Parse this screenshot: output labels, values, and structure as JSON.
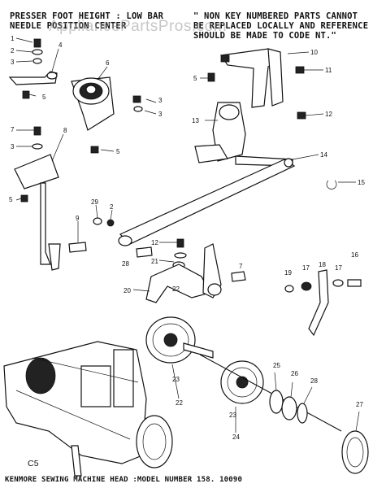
{
  "header": {
    "left_line1": "PRESSER FOOT HEIGHT : LOW BAR",
    "left_line2": "NEEDLE POSITION CENTER",
    "right_line1": "\" NON KEY NUMBERED PARTS CANNOT",
    "right_line2": "BE REPLACED LOCALLY AND REFERENCE",
    "right_line3": "SHOULD BE MADE TO CODE NT.\""
  },
  "watermark": "AppliancePartsPros.com",
  "corner_code": "C5",
  "footer": "KENMORE SEWING MACHINE HEAD :MODEL NUMBER 158. 10090",
  "callouts": [
    "1",
    "2",
    "3",
    "4",
    "5",
    "6",
    "3",
    "3",
    "5",
    "7",
    "3",
    "8",
    "5",
    "9",
    "29",
    "2",
    "5",
    "10",
    "11",
    "12",
    "13",
    "14",
    "15",
    "12",
    "21",
    "7",
    "28",
    "22",
    "20",
    "19",
    "17",
    "18",
    "17",
    "16",
    "23",
    "22",
    "23",
    "24",
    "25",
    "26",
    "28",
    "27"
  ],
  "colors": {
    "ink": "#111111",
    "paper": "#ffffff",
    "watermark": "#9a9a9a"
  }
}
